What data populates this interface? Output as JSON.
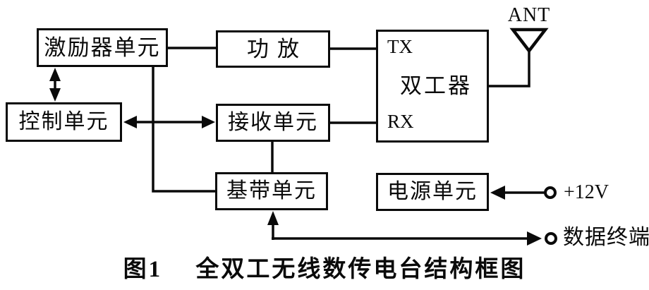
{
  "diagram": {
    "caption": "图1　 全双工无线数传电台结构框图",
    "blocks": {
      "exciter": {
        "label": "激励器单元"
      },
      "amplifier": {
        "label": "功放"
      },
      "control": {
        "label": "控制单元"
      },
      "receiver": {
        "label": "接收单元"
      },
      "baseband": {
        "label": "基带单元"
      },
      "power_supply": {
        "label": "电源单元"
      },
      "duplexer": {
        "label": "双工器",
        "tx_port": "TX",
        "rx_port": "RX"
      }
    },
    "external": {
      "antenna_label": "ANT",
      "power_input_label": "+12V",
      "data_terminal_label": "数据终端"
    },
    "connections": [
      {
        "from": "exciter",
        "to": "amplifier",
        "style": "line"
      },
      {
        "from": "amplifier",
        "to": "duplexer TX",
        "style": "line"
      },
      {
        "from": "receiver",
        "to": "duplexer RX",
        "style": "line"
      },
      {
        "from": "exciter",
        "to": "control",
        "style": "double-arrow"
      },
      {
        "from": "control",
        "to": "receiver",
        "style": "double-arrow"
      },
      {
        "from": "exciter",
        "to": "baseband",
        "style": "line"
      },
      {
        "from": "receiver",
        "to": "baseband",
        "style": "line"
      },
      {
        "from": "duplexer",
        "to": "antenna",
        "style": "line"
      },
      {
        "from": "+12V terminal",
        "to": "power_supply",
        "style": "arrow"
      },
      {
        "from": "data terminal",
        "to": "baseband",
        "style": "arrow-up-and-right"
      }
    ],
    "ink_color": "#0a0a0a",
    "background_color": "#ffffff"
  }
}
